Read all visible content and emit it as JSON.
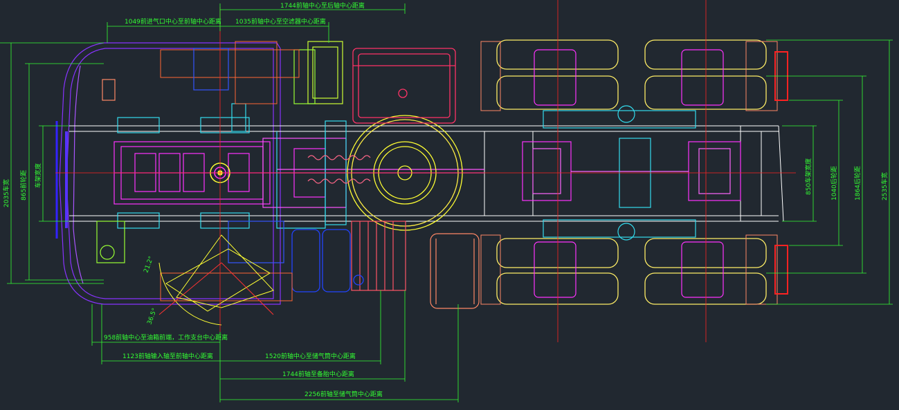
{
  "colors": {
    "background": "#212830",
    "dimension": "#33ff33",
    "frame": "#ffffff",
    "engine": "#ff33ff",
    "cab": "#8833ff",
    "cyan": "#33ddee",
    "yellow": "#ffff33",
    "tank": "#ff3366",
    "tire": "#ffee66",
    "red": "#ff2222",
    "blue": "#2244ff",
    "orange": "#ff8866",
    "lime": "#99ff33"
  },
  "dimensions": {
    "top": {
      "d1744": "1744前轴中心至后轴中心距离",
      "d1049": "1049前进气口中心至前轴中心距离",
      "d1035": "1035前轴中心至空滤器中心距离"
    },
    "bottom": {
      "d958": "958前轴中心至油箱前端，工作支台中心距离",
      "d1123": "1123前轴输入轴至前轴中心距离",
      "d1520": "1520前轴中心至储气筒中心距离",
      "d1744b": "1744前轴至备胎中心距离",
      "d2256": "2256前轴至储气筒中心距离"
    },
    "left": {
      "d2035": "2035车宽",
      "d865": "865前轮距",
      "frame_lbl": "车架宽度"
    },
    "right": {
      "d850": "850车架宽度",
      "d1040": "1040后轮距",
      "d1864": "1864后轮距",
      "d2535": "2535车宽"
    },
    "angles": {
      "a1": "21.2°",
      "a2": "36.5°"
    }
  }
}
